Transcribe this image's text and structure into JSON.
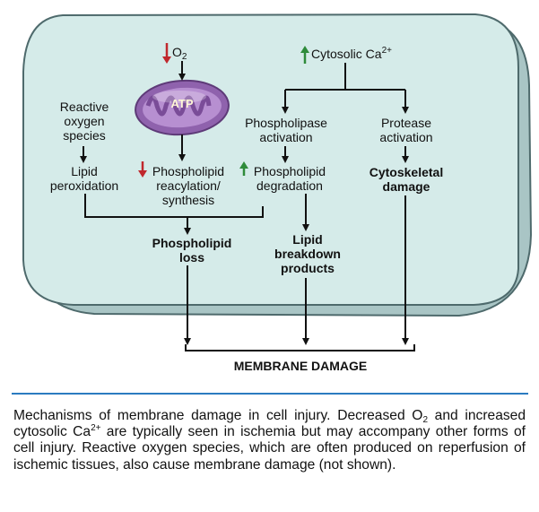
{
  "diagram": {
    "o2": "O",
    "o2_sub": "2",
    "ca": "Cytosolic Ca",
    "ca_sup": "2+",
    "atp": "ATP",
    "ros": [
      "Reactive",
      "oxygen",
      "species"
    ],
    "lipid_perox": [
      "Lipid",
      "peroxidation"
    ],
    "pl_resynth": [
      "Phospholipid",
      "reacylation/",
      "synthesis"
    ],
    "pl_degrad": [
      "Phospholipid",
      "degradation"
    ],
    "phospholipase": [
      "Phospholipase",
      "activation"
    ],
    "protease": [
      "Protease",
      "activation"
    ],
    "cyto_damage": [
      "Cytoskeletal",
      "damage"
    ],
    "pl_loss": [
      "Phospholipid",
      "loss"
    ],
    "lipid_products": [
      "Lipid",
      "breakdown",
      "products"
    ],
    "membrane_damage": "MEMBRANE DAMAGE",
    "colors": {
      "cell_fill": "#d5ebe9",
      "cell_edge": "#4e6a6c",
      "membrane": "#a9c5c5",
      "mito": "#8f62ad",
      "arrow_up": "#2e8b3a",
      "arrow_down": "#c0282d",
      "rule": "#2b7bc0"
    }
  },
  "caption": {
    "p1": "Mechanisms of membrane damage in cell injury. Decreased O",
    "p1_sub": "2",
    "p2": " and increased cytosolic Ca",
    "p2_sup": "2+",
    "p3": " are typically seen in ischemia but may accompany other forms of cell injury. Reactive oxygen species, which are often produced on reperfusion of ischemic tissues, also cause membrane damage (not shown)."
  }
}
